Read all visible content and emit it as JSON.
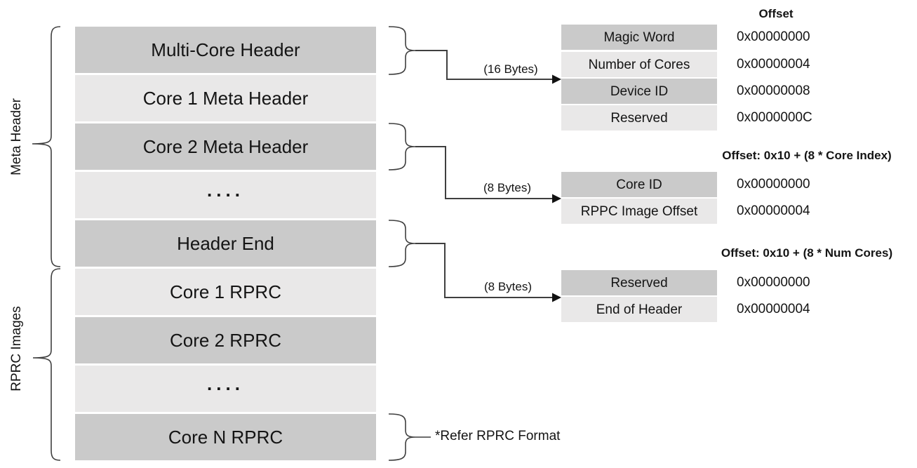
{
  "diagram": {
    "left_groups": [
      {
        "label": "Meta Header"
      },
      {
        "label": "RPRC Images"
      }
    ],
    "stack_rows": [
      {
        "label": "Multi-Core Header"
      },
      {
        "label": "Core 1 Meta Header"
      },
      {
        "label": "Core 2 Meta Header"
      },
      {
        "label": "...."
      },
      {
        "label": "Header End"
      },
      {
        "label": "Core 1 RPRC"
      },
      {
        "label": "Core 2 RPRC"
      },
      {
        "label": "...."
      },
      {
        "label": "Core N RPRC"
      }
    ],
    "connectors": [
      {
        "label": "(16 Bytes)"
      },
      {
        "label": "(8 Bytes)"
      },
      {
        "label": "(8 Bytes)"
      }
    ],
    "note": "*Refer RPRC Format",
    "tables": [
      {
        "header": "Offset",
        "rows": [
          {
            "field": "Magic Word",
            "offset": "0x00000000"
          },
          {
            "field": "Number of Cores",
            "offset": "0x00000004"
          },
          {
            "field": "Device ID",
            "offset": "0x00000008"
          },
          {
            "field": "Reserved",
            "offset": "0x0000000C"
          }
        ]
      },
      {
        "header": "Offset: 0x10 + (8 * Core Index)",
        "rows": [
          {
            "field": "Core ID",
            "offset": "0x00000000"
          },
          {
            "field": "RPPC Image Offset",
            "offset": "0x00000004"
          }
        ]
      },
      {
        "header": "Offset: 0x10 + (8 * Num Cores)",
        "rows": [
          {
            "field": "Reserved",
            "offset": "0x00000000"
          },
          {
            "field": "End of Header",
            "offset": "0x00000004"
          }
        ]
      }
    ],
    "colors": {
      "row_dark": "#cacaca",
      "row_light": "#e9e8e8",
      "line": "#3f3f3f",
      "text": "#141414"
    }
  }
}
